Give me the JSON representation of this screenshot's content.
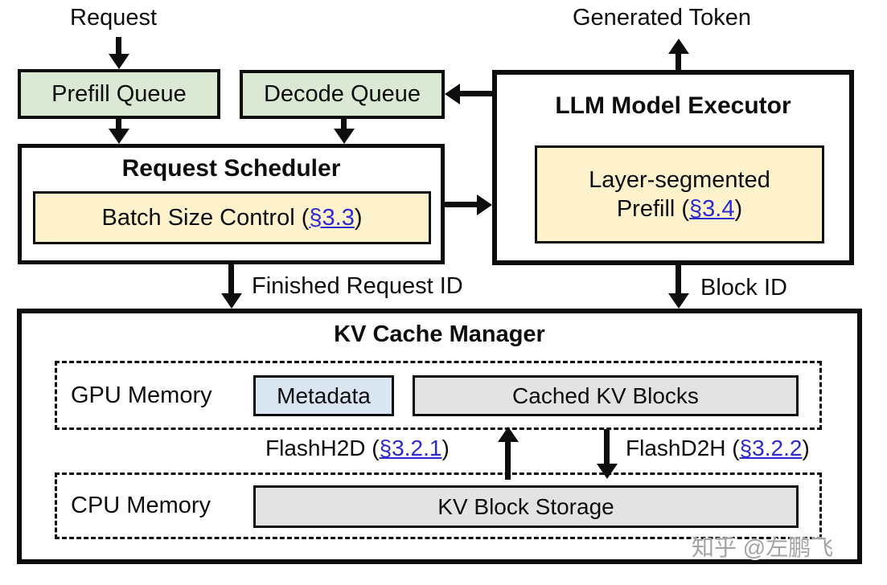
{
  "diagram": {
    "request_label": "Request",
    "generated_token_label": "Generated Token",
    "prefill_queue": {
      "label": "Prefill Queue"
    },
    "decode_queue": {
      "label": "Decode Queue"
    },
    "llm_executor": {
      "title": "LLM Model Executor",
      "inner": {
        "line1": "Layer-segmented",
        "line2_prefix": "Prefill (",
        "link": "§3.4",
        "suffix": ")"
      }
    },
    "request_scheduler": {
      "title": "Request Scheduler",
      "inner": {
        "prefix": "Batch Size Control (",
        "link": "§3.3",
        "suffix": ")"
      }
    },
    "edge_labels": {
      "finished_request_id": "Finished Request ID",
      "block_id": "Block ID"
    },
    "kv_cache_manager": {
      "title": "KV Cache Manager",
      "gpu_memory": {
        "label": "GPU Memory",
        "metadata": "Metadata",
        "cached_kv_blocks": "Cached KV Blocks"
      },
      "flash_h2d": {
        "prefix": "FlashH2D (",
        "link": "§3.2.1",
        "suffix": ")"
      },
      "flash_d2h": {
        "prefix": "FlashD2H (",
        "link": "§3.2.2",
        "suffix": ")"
      },
      "cpu_memory": {
        "label": "CPU Memory",
        "kv_block_storage": "KV Block Storage"
      }
    },
    "watermark": "知乎 @左鹏飞",
    "colors": {
      "queue_green": "#dbe8d4",
      "highlight_yellow": "#fdf2cc",
      "metadata_blue": "#d9e6f2",
      "storage_gray": "#e3e3e3",
      "ink": "#0d0d0d",
      "link_blue": "#2b2bd0",
      "watermark_gray": "#a3a3a3"
    }
  }
}
